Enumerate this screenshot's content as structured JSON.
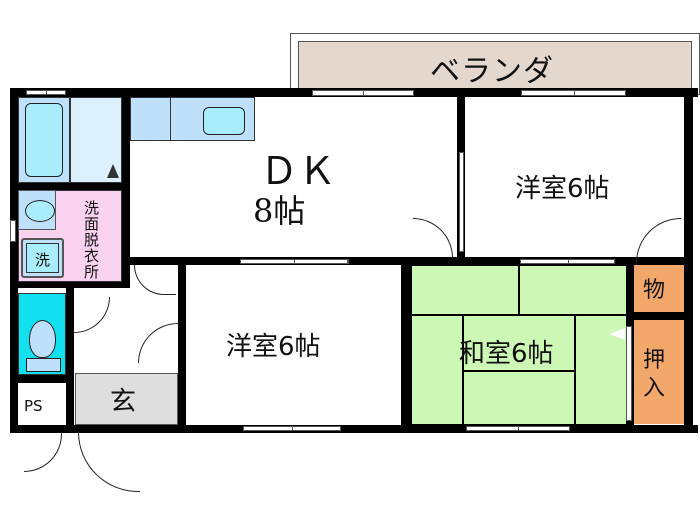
{
  "floorplan": {
    "rooms": {
      "veranda": {
        "label": "ベランダ"
      },
      "dk": {
        "label_line1": "ＤＫ",
        "label_line2": "8帖"
      },
      "western_room_1": {
        "label": "洋室6帖"
      },
      "western_room_2": {
        "label": "洋室6帖"
      },
      "japanese_room": {
        "label": "和室6帖"
      },
      "storage": {
        "label": "物"
      },
      "closet": {
        "label_line1": "押",
        "label_line2": "入"
      },
      "washroom": {
        "label": "洗面脱衣所"
      },
      "washer": {
        "label": "洗"
      },
      "entrance": {
        "label": "玄"
      },
      "ps": {
        "label": "PS"
      }
    },
    "colors": {
      "wall": "#000000",
      "veranda": "#e3d7ce",
      "bath": "#bfe0fb",
      "bath_light": "#dcf0fd",
      "tub": "#a9ecfb",
      "washroom": "#f9d2f0",
      "toilet_room": "#13e0ef",
      "tatami": "#cdf7b5",
      "storage": "#f2a76b",
      "entrance": "#dedede",
      "kitchen": "#bfe0fb"
    }
  }
}
